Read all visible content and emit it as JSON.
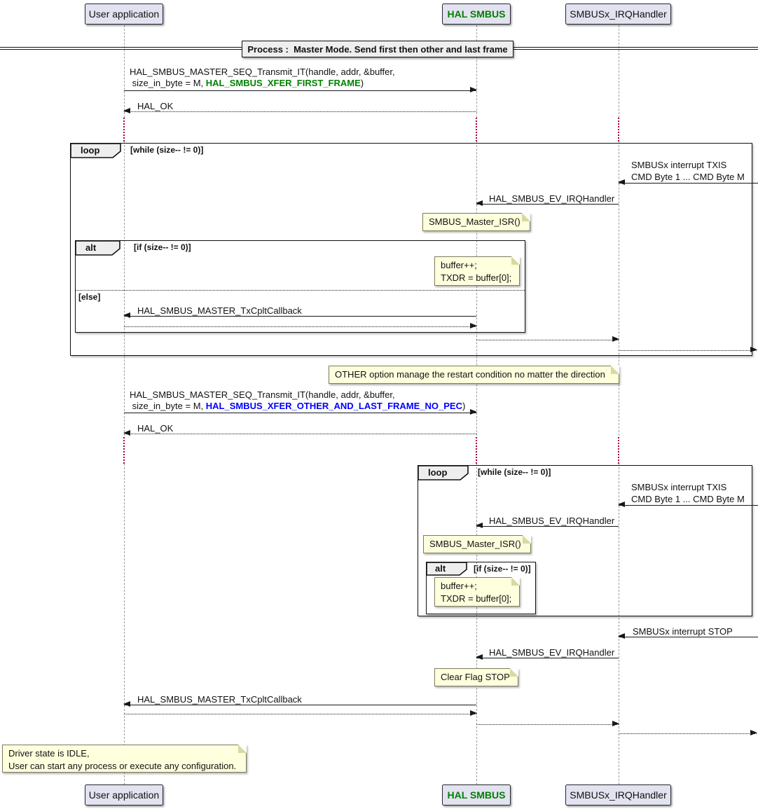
{
  "diagram_title": "Process :  Master Mode. Send first then other and last frame",
  "participants": {
    "user": "User application",
    "hal": "HAL SMBUS",
    "irq": "SMBUSx_IRQHandler"
  },
  "frames": {
    "loop1": {
      "kind": "loop",
      "guard": "[while (size-- != 0)]"
    },
    "alt1": {
      "kind": "alt",
      "guard": "[if (size-- != 0)]",
      "else_label": "[else]"
    },
    "loop2": {
      "kind": "loop",
      "guard": "[while (size-- != 0)]"
    },
    "alt2": {
      "kind": "alt",
      "guard": "[if (size-- != 0)]"
    }
  },
  "messages": {
    "transmit_first_l1": "HAL_SMBUS_MASTER_SEQ_Transmit_IT(handle, addr, &buffer,",
    "transmit_l2_prefix": " size_in_byte = M, ",
    "transmit_first_const": "HAL_SMBUS_XFER_FIRST_FRAME",
    "transmit_l2_suffix": ")",
    "transmit_other_const": "HAL_SMBUS_XFER_OTHER_AND_LAST_FRAME_NO_PEC",
    "hal_ok": "HAL_OK",
    "txis_l1": "SMBUSx interrupt TXIS",
    "txis_l2": "CMD Byte 1 ... CMD Byte M",
    "ev_irqhandler": "HAL_SMBUS_EV_IRQHandler",
    "txcplt_callback": "HAL_SMBUS_MASTER_TxCpltCallback",
    "stop_interrupt": "SMBUSx interrupt STOP"
  },
  "notes": {
    "master_isr": "SMBUS_Master_ISR()",
    "buffer_l1": "buffer++;",
    "buffer_l2": "TXDR = buffer[0];",
    "other_option": "OTHER option manage the restart condition no matter the direction",
    "clear_flag": "Clear Flag STOP",
    "idle_l1": "Driver state is IDLE,",
    "idle_l2": "User can start any process or execute any configuration."
  },
  "colors": {
    "first_frame_const": "#008000",
    "other_frame_const": "#0000FF",
    "hal_participant_text": "#008000",
    "participant_bg": "#E2E2F0",
    "note_bg": "#FEFFDD",
    "frame_label_bg": "#EEEEEE",
    "delay_dots": "#A80036"
  }
}
